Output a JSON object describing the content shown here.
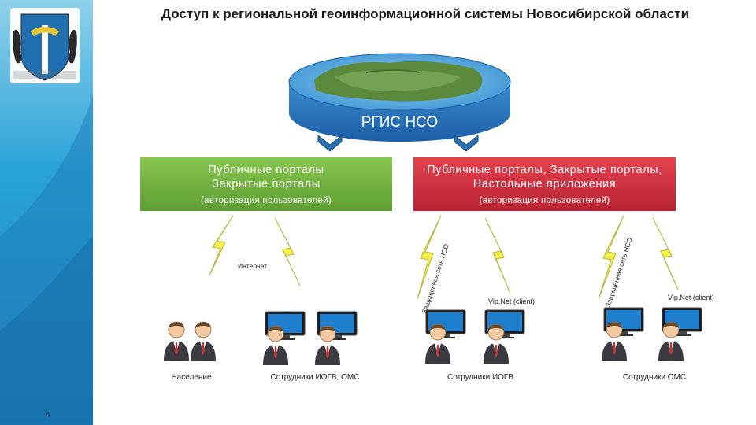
{
  "page_title": "Доступ к региональной геоинформационной системы Новосибирской области",
  "rgis_label": "РГИС НСО",
  "left_box": {
    "line1": "Публичные порталы",
    "line2": "Закрытые порталы",
    "line3": "(авторизация пользователей)"
  },
  "right_box": {
    "line1": "Публичные порталы, Закрытые порталы,",
    "line2": "Настольные приложения",
    "line3": "(авторизация пользователей)"
  },
  "internet_label": "Интернет",
  "protected_network_label": "Защищенная сеть НСО",
  "vipnet_label": "Vip.Net (client)",
  "groups": [
    "Население",
    "Сотрудники ИОГВ, ОМС",
    "Сотрудники ИОГВ",
    "Сотрудники ОМС"
  ],
  "page_number": "4",
  "colors": {
    "green_box": "#6aa93c",
    "red_box": "#c82c3a",
    "sidebar": "#2aa2d8",
    "disc": "#2a7ec4",
    "bolt": "#f5f04a"
  }
}
